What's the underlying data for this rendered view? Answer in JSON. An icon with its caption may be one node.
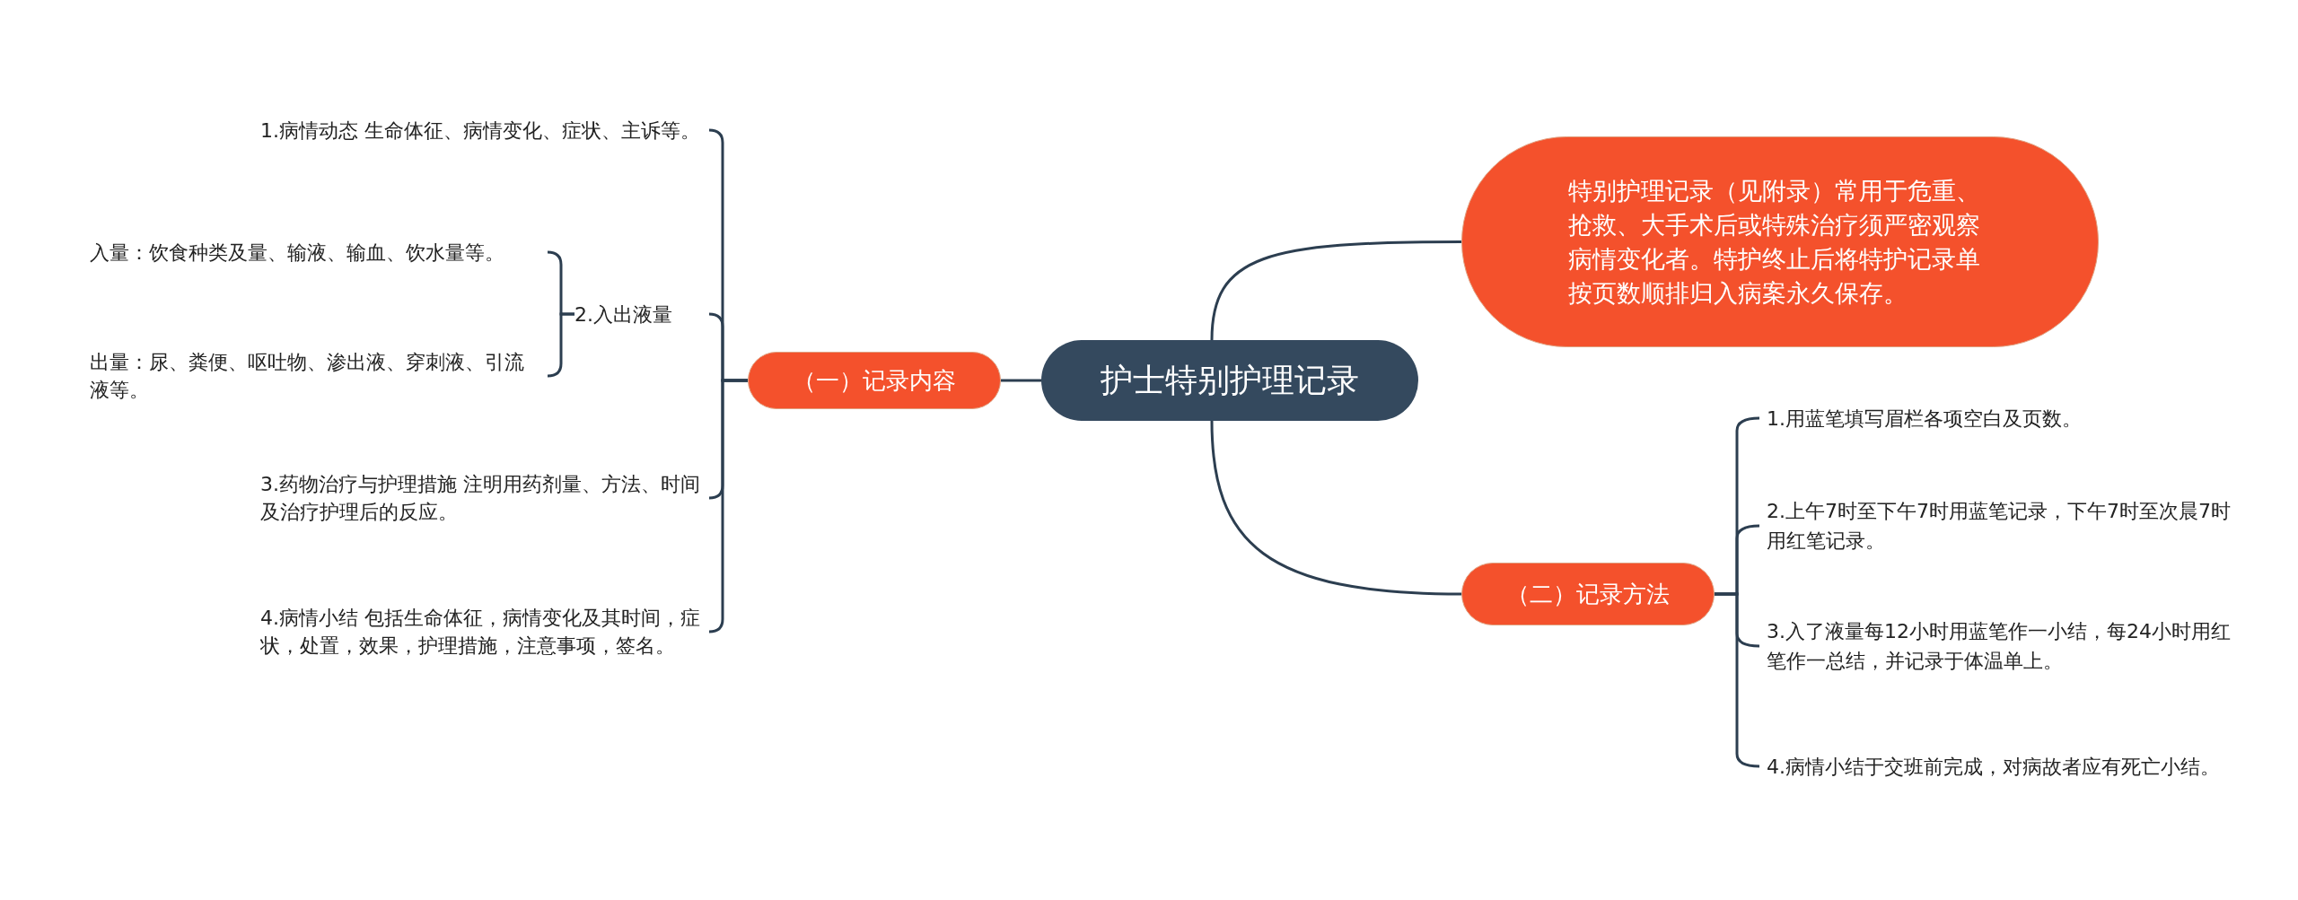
{
  "diagram": {
    "nodes": [
      {
        "text": [
          "护士特别护理记录"
        ]
      },
      {
        "text": [
          "（一）记录内容"
        ]
      },
      {
        "text": [
          "1.病情动态 生命体征、病情变化、症状、主诉等。"
        ]
      },
      {
        "text": [
          "2.入出液量"
        ]
      },
      {
        "text": [
          "入量：饮食种类及量、输液、输血、饮水量等。"
        ]
      },
      {
        "text": [
          "出量：尿、粪便、呕吐物、渗出液、穿刺液、引流液等。"
        ]
      },
      {
        "text": [
          "3.药物治疗与护理措施 注明用药剂量、方法、时间及治疗护理后的反应。"
        ]
      },
      {
        "text": [
          "4.病情小结 包括生命体征，病情变化及其时间，症状，处置，效果，护理措施，注意事项，签名。"
        ]
      },
      {
        "text": [
          "特别护理记录（见附录）常用于危重、抢救、大手术后或特殊治疗须严密观察病情变化者。特护终止后将特护记录单按页数顺排归入病案永久保存。"
        ]
      },
      {
        "text": [
          "（二）记录方法"
        ]
      },
      {
        "text": [
          "1.用蓝笔填写眉栏各项空白及页数。"
        ]
      },
      {
        "text": [
          "2.上午7时至下午7时用蓝笔记录，下午7时至次晨7时用红笔记录。"
        ]
      },
      {
        "text": [
          "3.入了液量每12小时用蓝笔作一小结，每24小时用红笔作一总结，并记录于体温单上。"
        ]
      },
      {
        "text": [
          "4.病情小结于交班前完成，对病故者应有死亡小结。"
        ]
      }
    ],
    "edges": [
      {
        "from": 0,
        "to": 1,
        "arrow": "none"
      },
      {
        "from": 0,
        "to": 8,
        "arrow": "none"
      },
      {
        "from": 0,
        "to": 9,
        "arrow": "none"
      },
      {
        "from": 1,
        "to": 2,
        "arrow": "none"
      },
      {
        "from": 1,
        "to": 3,
        "arrow": "none"
      },
      {
        "from": 1,
        "to": 6,
        "arrow": "none"
      },
      {
        "from": 1,
        "to": 7,
        "arrow": "none"
      },
      {
        "from": 3,
        "to": 4,
        "arrow": "none"
      },
      {
        "from": 3,
        "to": 5,
        "arrow": "none"
      },
      {
        "from": 9,
        "to": 10,
        "arrow": "none"
      },
      {
        "from": 9,
        "to": 11,
        "arrow": "none"
      },
      {
        "from": 9,
        "to": 12,
        "arrow": "none"
      },
      {
        "from": 9,
        "to": 13,
        "arrow": "none"
      }
    ]
  }
}
